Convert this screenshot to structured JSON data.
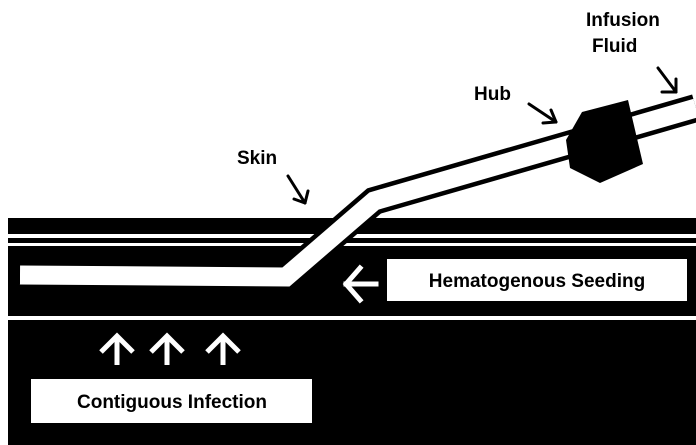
{
  "labels": {
    "infusion_line1": "Infusion",
    "infusion_line2": "Fluid",
    "hub": "Hub",
    "skin": "Skin",
    "hematogenous": "Hematogenous Seeding",
    "contiguous": "Contiguous Infection"
  },
  "colors": {
    "tissue": "#000000",
    "catheter": "#ffffff",
    "text": "#000000",
    "background": "#ffffff"
  },
  "icons": [
    "arrow-icon",
    "up-arrow-icon"
  ]
}
